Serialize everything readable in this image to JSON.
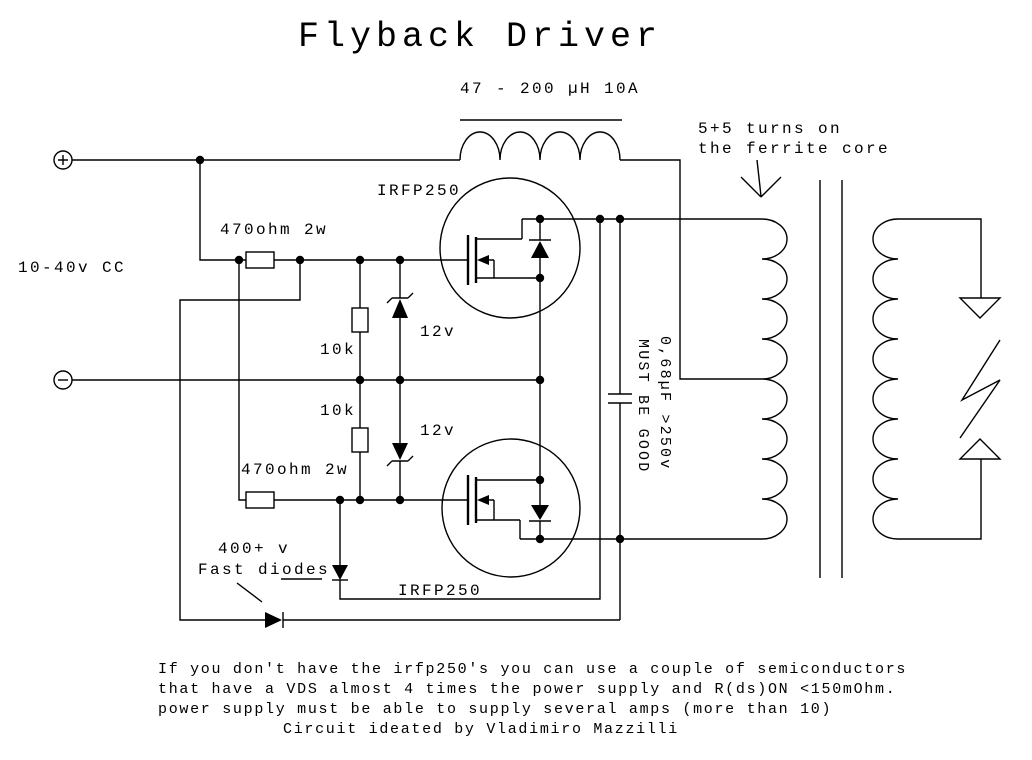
{
  "title": "Flyback Driver",
  "colors": {
    "ink": "#000000",
    "background": "#ffffff"
  },
  "icons": {
    "positive-terminal": "plus-in-circle",
    "negative-terminal": "minus-in-circle"
  },
  "components": {
    "inductor_label": "47 - 200 µH 10A",
    "turns_note_line1": "5+5 turns on",
    "turns_note_line2": "the ferrite core",
    "supply_label": "10-40v CC",
    "mosfet_top_label": "IRFP250",
    "mosfet_bottom_label": "IRFP250",
    "gate_resistor_top_label": "470ohm 2w",
    "gate_resistor_bottom_label": "470ohm 2w",
    "pulldown_top_label": "10k",
    "pulldown_bottom_label": "10k",
    "zener_top_label": "12v",
    "zener_bottom_label": "12v",
    "fast_diode_note_line1": "400+ v",
    "fast_diode_note_line2": "Fast diodes",
    "capacitor_note_line1": "0,68µF >250v",
    "capacitor_note_line2": "MUST BE GOOD"
  },
  "footer": {
    "line1": "If you don't have the irfp250's you can use a couple of semiconductors",
    "line2": "that have a VDS almost 4 times the power supply and R(ds)ON <150mOhm.",
    "line3": "power supply must be able to supply several amps (more than 10)",
    "line4": "Circuit ideated by Vladimiro Mazzilli"
  }
}
